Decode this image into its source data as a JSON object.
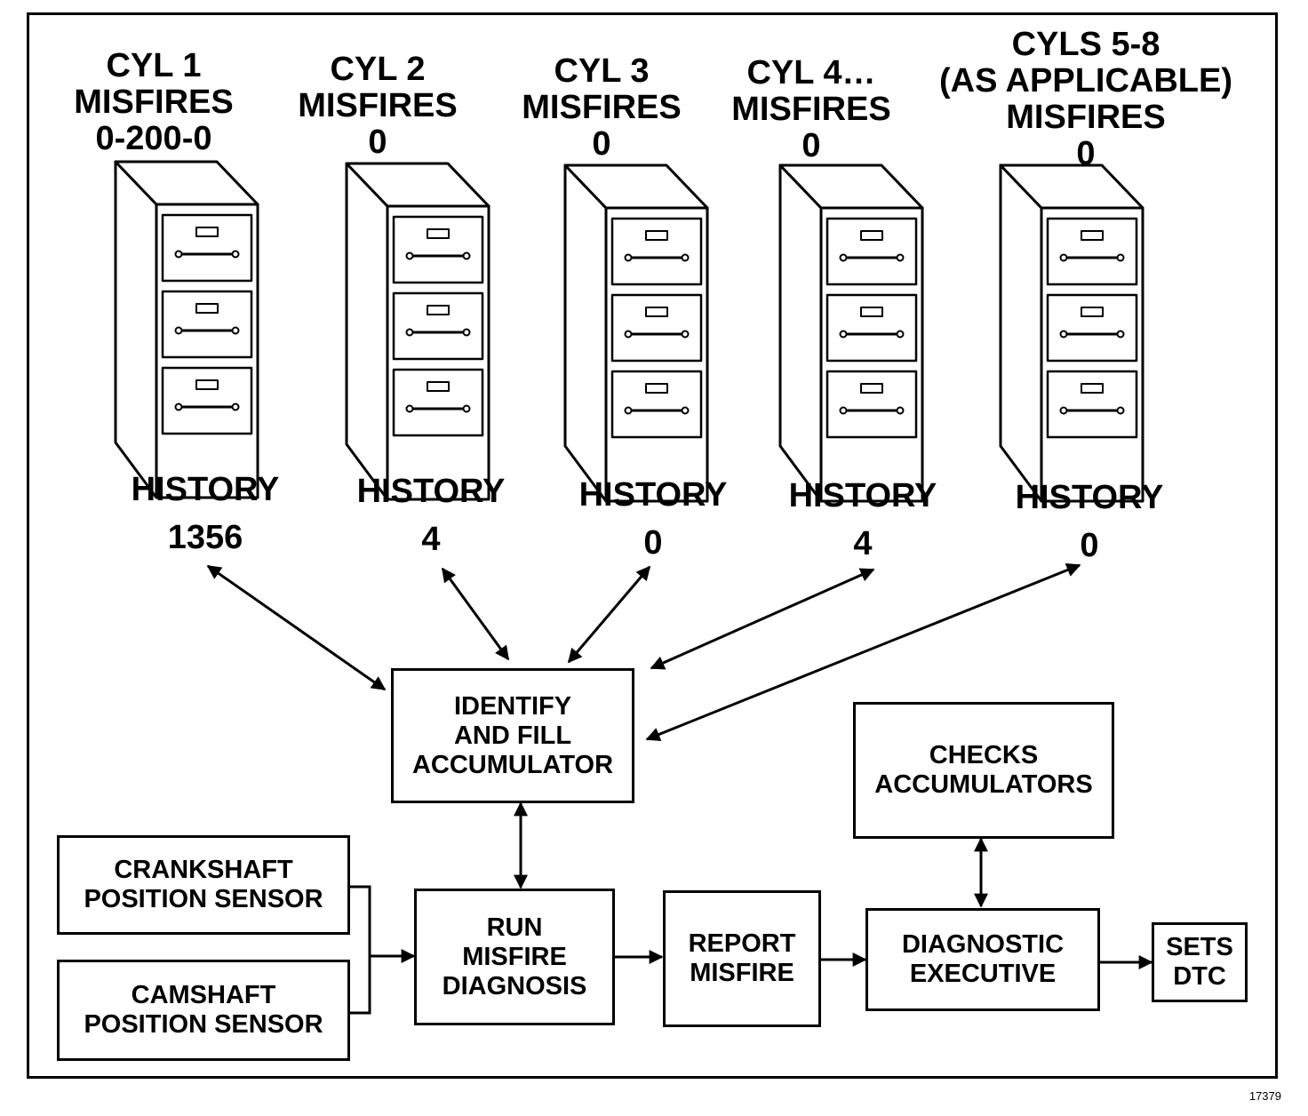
{
  "cylinders": [
    {
      "header": [
        "CYL 1",
        "MISFIRES",
        "0-200-0"
      ],
      "history_label": "HISTORY",
      "history_value": "1356"
    },
    {
      "header": [
        "CYL 2",
        "MISFIRES",
        "0"
      ],
      "history_label": "HISTORY",
      "history_value": "4"
    },
    {
      "header": [
        "CYL 3",
        "MISFIRES",
        "0"
      ],
      "history_label": "HISTORY",
      "history_value": "0"
    },
    {
      "header": [
        "CYL 4…",
        "MISFIRES",
        "0"
      ],
      "history_label": "HISTORY",
      "history_value": "4"
    },
    {
      "header": [
        "CYLS 5-8",
        "(AS APPLICABLE)",
        "MISFIRES",
        "0"
      ],
      "history_label": "HISTORY",
      "history_value": "0"
    }
  ],
  "boxes": {
    "identify": [
      "IDENTIFY",
      "AND FILL",
      "ACCUMULATOR"
    ],
    "crankshaft": [
      "CRANKSHAFT",
      "POSITION SENSOR"
    ],
    "camshaft": [
      "CAMSHAFT",
      "POSITION SENSOR"
    ],
    "run": [
      "RUN",
      "MISFIRE",
      "DIAGNOSIS"
    ],
    "report": [
      "REPORT",
      "MISFIRE"
    ],
    "diagnostic": [
      "DIAGNOSTIC",
      "EXECUTIVE"
    ],
    "checks": [
      "CHECKS",
      "ACCUMULATORS"
    ],
    "sets": [
      "SETS",
      "DTC"
    ]
  },
  "figure_number": "17379"
}
